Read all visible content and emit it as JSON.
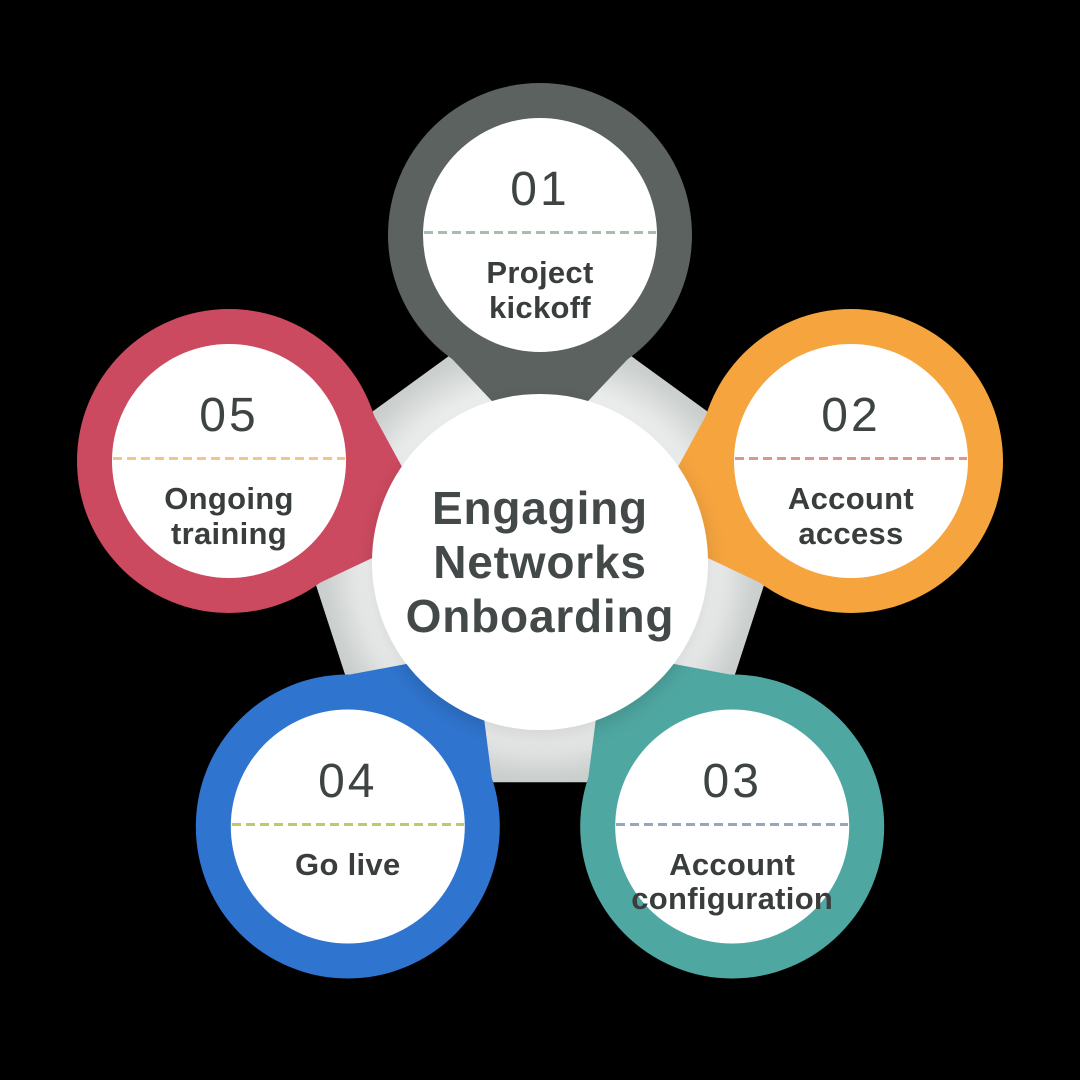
{
  "title": {
    "text": "Engaging Networks Onboarding",
    "lines": [
      "Engaging",
      "Networks",
      "Onboarding"
    ]
  },
  "steps": [
    {
      "number": "01",
      "label": "Project kickoff",
      "label_lines": [
        "Project",
        "kickoff"
      ],
      "ring_color": "#5C6260",
      "dash_color": "#A5C0AA",
      "angle_deg": 90
    },
    {
      "number": "02",
      "label": "Account access",
      "label_lines": [
        "Account",
        "access"
      ],
      "ring_color": "#F5A43E",
      "dash_color": "#DB968E",
      "angle_deg": 18
    },
    {
      "number": "03",
      "label": "Account configuration",
      "label_lines": [
        "Account",
        "configuration"
      ],
      "ring_color": "#4FA7A2",
      "dash_color": "#92A8C2",
      "angle_deg": 306
    },
    {
      "number": "04",
      "label": "Go live",
      "label_lines": [
        "Go live"
      ],
      "ring_color": "#2F74CE",
      "dash_color": "#C1C868",
      "angle_deg": 234
    },
    {
      "number": "05",
      "label": "Ongoing training",
      "label_lines": [
        "Ongoing",
        "training"
      ],
      "ring_color": "#CC4A5F",
      "dash_color": "#EDC887",
      "angle_deg": 162
    }
  ],
  "colors": {
    "background": "#000000",
    "pentagon_glow": "#F2F3F3",
    "pentagon_mid": "#CCD0CF",
    "pentagon_outer": "#B4B8B7",
    "circle_fill": "#FFFFFF",
    "number_text": "#3E4443",
    "label_text": "#393E3D",
    "title_text": "#434849"
  }
}
